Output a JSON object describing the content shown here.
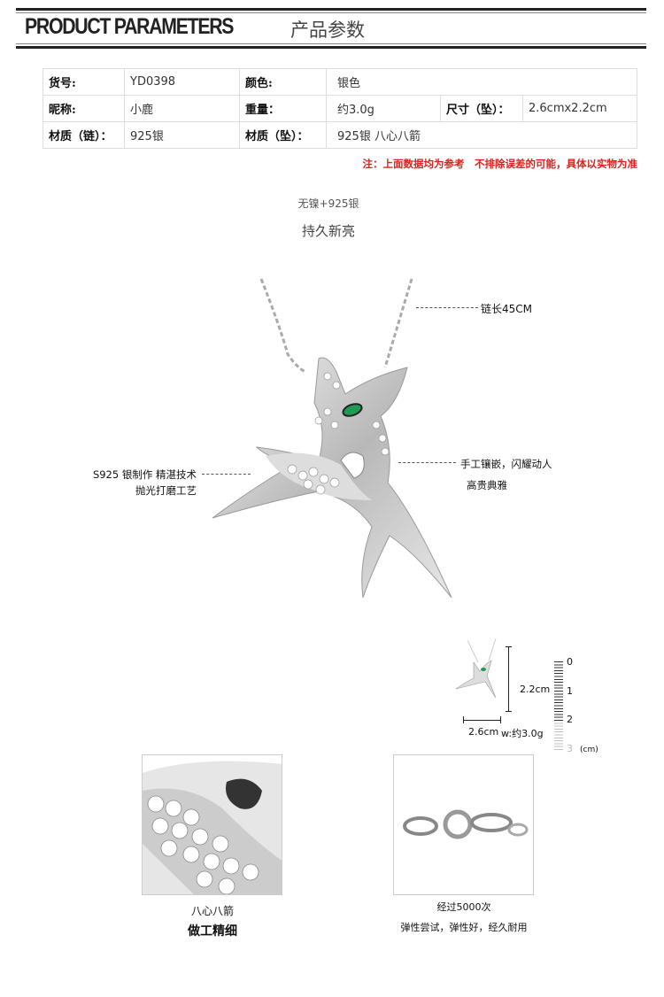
{
  "header": {
    "title_en": "PRODUCT PARAMETERS",
    "title_cn": "产品参数"
  },
  "params": {
    "rows": [
      [
        {
          "k": "货号:",
          "v": "YD0398"
        },
        {
          "k": "颜色:",
          "v": "银色"
        }
      ],
      [
        {
          "k": "昵称:",
          "v": "小鹿"
        },
        {
          "k": "重量：",
          "v": "约3.0g"
        },
        {
          "k": "尺寸（坠）：",
          "v": "2.6cmx2.2cm"
        }
      ],
      [
        {
          "k": "材质（链）：",
          "v": "925银"
        },
        {
          "k": "材质（坠）：",
          "v": "925银  八心八箭"
        }
      ]
    ],
    "note": "注：上面数据均为参考　不排除误差的可能，具体以实物为准"
  },
  "intro": {
    "line1": "无镍+925银",
    "line2": "持久新亮"
  },
  "callouts": {
    "chain": "链长45CM",
    "left1": "S925 银制作 精湛技术",
    "left2": "抛光打磨工艺",
    "right1": "手工镶嵌，闪耀动人",
    "right2": "高贵典雅"
  },
  "size": {
    "height": "2.2cm",
    "width": "2.6cm",
    "weight": "w:约3.0g",
    "ruler": [
      "0",
      "1",
      "2",
      "3"
    ],
    "unit": "(cm)"
  },
  "details": [
    {
      "caption1": "八心八箭",
      "caption2": "做工精细"
    },
    {
      "caption1": "经过5000次",
      "caption2": "弹性尝试，弹性好，经久耐用"
    }
  ],
  "colors": {
    "note": "#e0201e",
    "gem": "#1f9a55"
  }
}
